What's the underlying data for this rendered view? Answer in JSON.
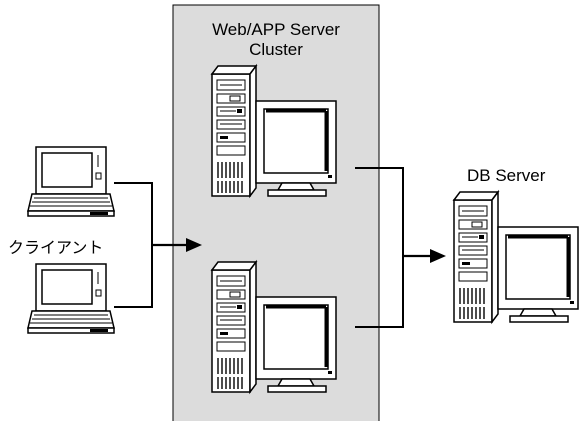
{
  "cluster": {
    "title_line1": "Web/APP Server",
    "title_line2": "Cluster"
  },
  "db_server": {
    "label": "DB Server"
  },
  "clients": {
    "label": "クライアント"
  },
  "colors": {
    "cluster_fill": "#dcdcdc",
    "line": "#000000",
    "case_fill": "#ffffff",
    "stroke": "#000000"
  }
}
